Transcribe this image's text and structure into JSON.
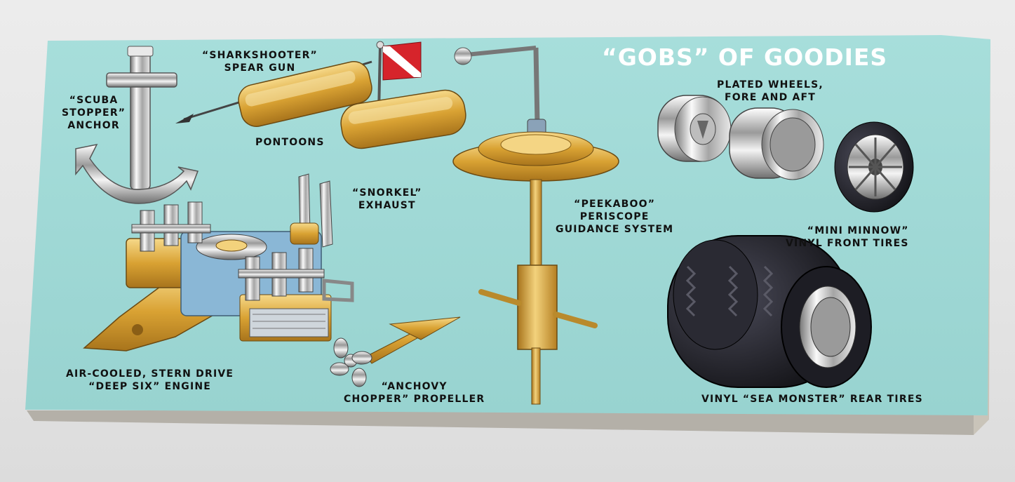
{
  "headline": "“GOBS” OF GOODIES",
  "labels": {
    "spear_gun": "“SHARKSHOOTER”\nSPEAR GUN",
    "anchor": "“SCUBA\nSTOPPER”\nANCHOR",
    "pontoons": "PONTOONS",
    "snorkel": "“SNORKEL”\nEXHAUST",
    "engine": "AIR-COOLED, STERN DRIVE\n“DEEP SIX” ENGINE",
    "periscope": "“PEEKABOO”\nPERISCOPE\nGUIDANCE SYSTEM",
    "propeller": "“ANCHOVY\nCHOPPER” PROPELLER",
    "wheels": "PLATED WHEELS,\nFORE AND AFT",
    "front_tires": "“MINI MINNOW”\nVINYL FRONT TIRES",
    "rear_tires": "VINYL “SEA MONSTER” REAR TIRES"
  },
  "icons": [
    "anchor-icon",
    "spear-gun-icon",
    "dive-flag-icon",
    "pontoon-icon",
    "periscope-icon",
    "engine-icon",
    "propeller-icon",
    "chrome-wheel-icon",
    "front-tire-icon",
    "rear-tire-icon"
  ],
  "colors": {
    "panel": "#9fd9d6",
    "chrome": "#c8c8c8",
    "gold": "#d9a233",
    "tire": "#1b1b22"
  }
}
